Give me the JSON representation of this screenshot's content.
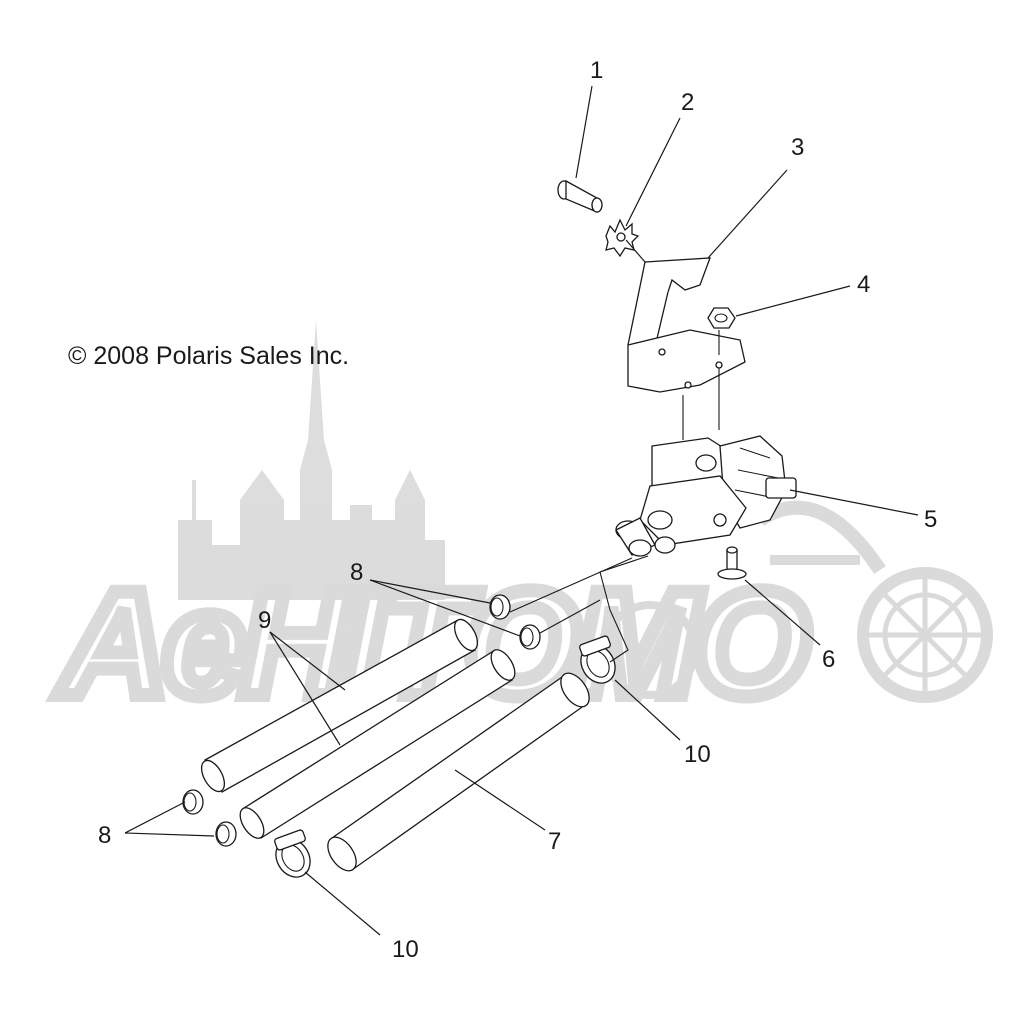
{
  "copyright": "© 2008 Polaris Sales Inc.",
  "watermark_text": "AeHIТOMO",
  "callouts": [
    {
      "id": "c1",
      "label": "1"
    },
    {
      "id": "c2",
      "label": "2"
    },
    {
      "id": "c3",
      "label": "3"
    },
    {
      "id": "c4",
      "label": "4"
    },
    {
      "id": "c5",
      "label": "5"
    },
    {
      "id": "c6",
      "label": "6"
    },
    {
      "id": "c7",
      "label": "7"
    },
    {
      "id": "c8a",
      "label": "8"
    },
    {
      "id": "c8b",
      "label": "8"
    },
    {
      "id": "c9",
      "label": "9"
    },
    {
      "id": "c10a",
      "label": "10"
    },
    {
      "id": "c10b",
      "label": "10"
    }
  ]
}
